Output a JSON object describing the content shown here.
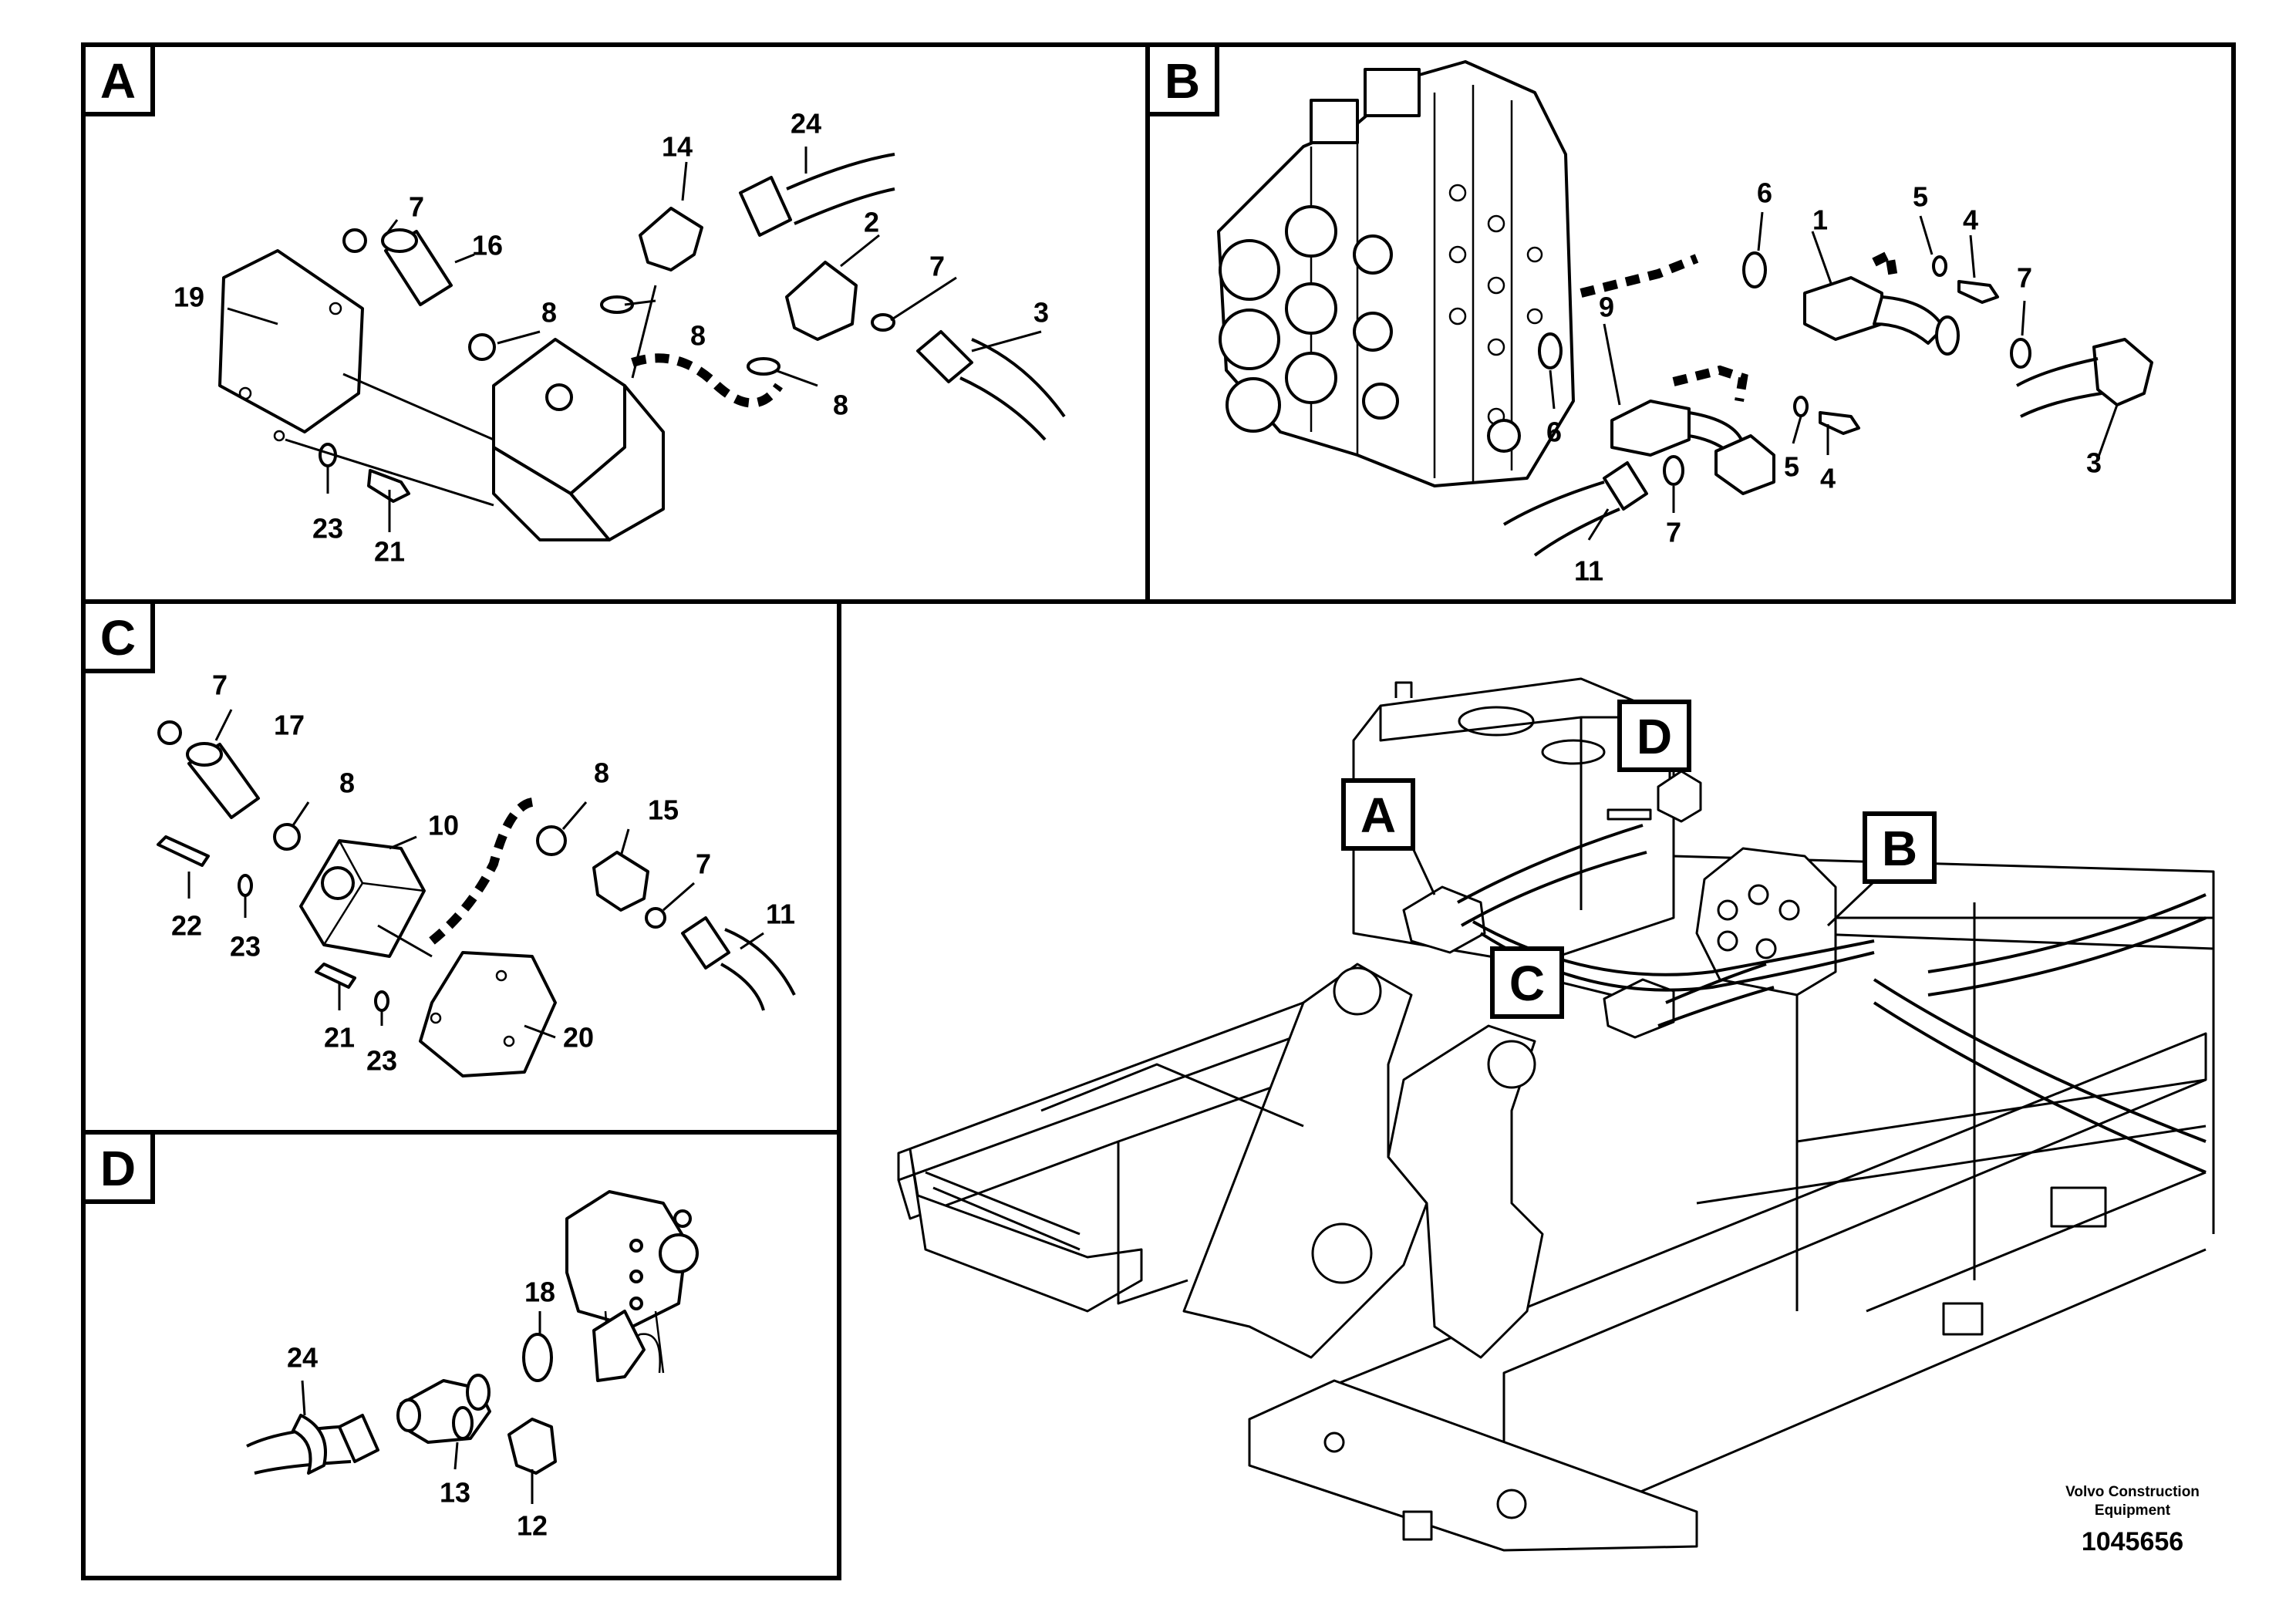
{
  "panels": {
    "A": {
      "tag": "A",
      "callouts": [
        "24",
        "14",
        "7",
        "16",
        "2",
        "19",
        "8",
        "8",
        "7",
        "3",
        "8",
        "23",
        "21"
      ]
    },
    "B": {
      "tag": "B",
      "callouts": [
        "6",
        "1",
        "5",
        "4",
        "9",
        "7",
        "6",
        "5",
        "4",
        "3",
        "7",
        "11"
      ]
    },
    "C": {
      "tag": "C",
      "callouts": [
        "7",
        "17",
        "8",
        "10",
        "8",
        "15",
        "7",
        "11",
        "22",
        "23",
        "21",
        "23",
        "20"
      ]
    },
    "D": {
      "tag": "D",
      "callouts": [
        "18",
        "24",
        "13",
        "12"
      ]
    }
  },
  "overview": {
    "tags": [
      "D",
      "A",
      "B",
      "C"
    ]
  },
  "footer": {
    "brand_line1": "Volvo Construction",
    "brand_line2": "Equipment",
    "doc_number": "1045656"
  }
}
